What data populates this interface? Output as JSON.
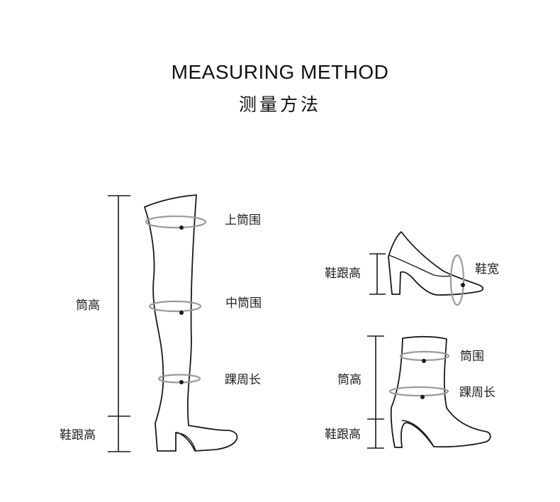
{
  "title": "MEASURING METHOD",
  "subtitle": "测量方法",
  "over_knee_boot": {
    "labels": {
      "upper_circumference": "上筒围",
      "middle_circumference": "中筒围",
      "ankle_circumference": "踝周长",
      "shaft_height": "筒高",
      "heel_height": "鞋跟高"
    }
  },
  "pump": {
    "labels": {
      "heel_height": "鞋跟高",
      "shoe_width": "鞋宽"
    }
  },
  "ankle_boot": {
    "labels": {
      "shaft_circumference": "筒围",
      "ankle_circumference": "踝周长",
      "shaft_height": "筒高",
      "heel_height": "鞋跟高"
    }
  },
  "colors": {
    "outline": "#1a1a1a",
    "measure_ring": "#9a9a9a",
    "dot": "#1a1a1a"
  }
}
